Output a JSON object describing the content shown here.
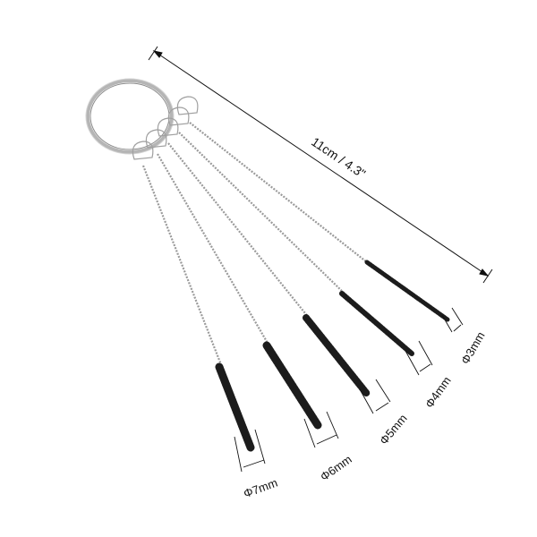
{
  "overall_length": {
    "label": "11cm / 4.3\""
  },
  "brushes": [
    {
      "id": "b7",
      "diameter_label": "Φ7mm"
    },
    {
      "id": "b6",
      "diameter_label": "Φ6mm"
    },
    {
      "id": "b5",
      "diameter_label": "Φ5mm"
    },
    {
      "id": "b4",
      "diameter_label": "Φ4mm"
    },
    {
      "id": "b3",
      "diameter_label": "Φ3mm"
    }
  ],
  "colors": {
    "line": "#111111",
    "bristle": "#222222",
    "wire": "#9a9a9a",
    "ring": "#a8a8a8"
  }
}
